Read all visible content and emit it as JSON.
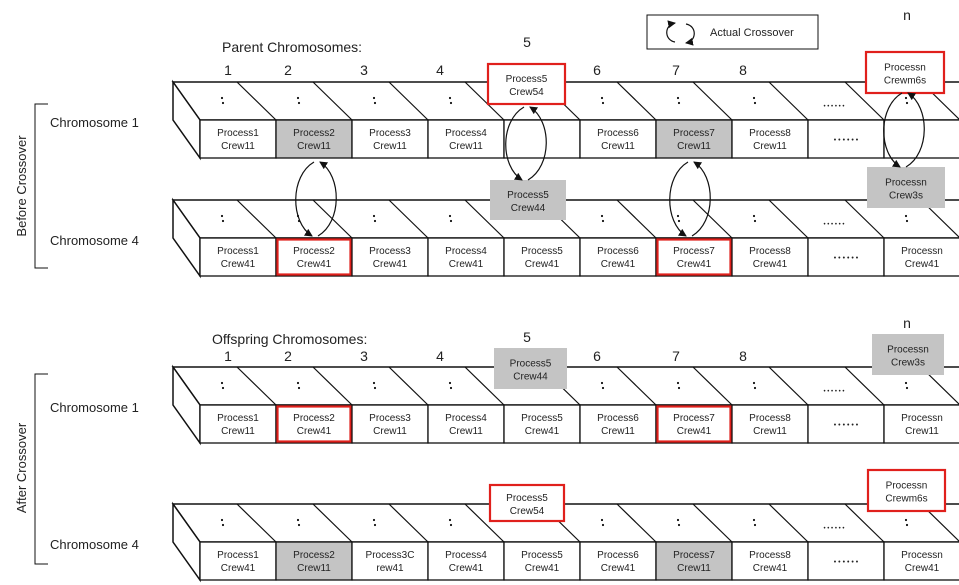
{
  "legend": {
    "label": "Actual Crossover"
  },
  "before": {
    "section_label": "Before Crossover",
    "header": "Parent Chromosomes:",
    "col_numbers": [
      "1",
      "2",
      "3",
      "4",
      "5",
      "6",
      "7",
      "8",
      "n"
    ],
    "chromosome_1": {
      "label": "Chromosome 1",
      "cells": [
        {
          "process": "Process1",
          "crew": "Crew11",
          "style": "plain"
        },
        {
          "process": "Process2",
          "crew": "Crew11",
          "style": "gray"
        },
        {
          "process": "Process3",
          "crew": "Crew11",
          "style": "plain"
        },
        {
          "process": "Process4",
          "crew": "Crew11",
          "style": "plain"
        },
        {
          "process": "",
          "crew": "",
          "style": "plain"
        },
        {
          "process": "Process6",
          "crew": "Crew11",
          "style": "plain"
        },
        {
          "process": "Process7",
          "crew": "Crew11",
          "style": "gray"
        },
        {
          "process": "Process8",
          "crew": "Crew11",
          "style": "plain"
        },
        {
          "process": "",
          "crew": "",
          "style": "dots"
        },
        {
          "process": "",
          "crew": "",
          "style": "plain"
        }
      ]
    },
    "chromosome_4": {
      "label": "Chromosome 4",
      "cells": [
        {
          "process": "Process1",
          "crew": "Crew41",
          "style": "plain"
        },
        {
          "process": "Process2",
          "crew": "Crew41",
          "style": "red"
        },
        {
          "process": "Process3",
          "crew": "Crew41",
          "style": "plain"
        },
        {
          "process": "Process4",
          "crew": "Crew41",
          "style": "plain"
        },
        {
          "process": "Process5",
          "crew": "Crew41",
          "style": "plain"
        },
        {
          "process": "Process6",
          "crew": "Crew41",
          "style": "plain"
        },
        {
          "process": "Process7",
          "crew": "Crew41",
          "style": "red"
        },
        {
          "process": "Process8",
          "crew": "Crew41",
          "style": "plain"
        },
        {
          "process": "",
          "crew": "",
          "style": "dots"
        },
        {
          "process": "Processn",
          "crew": "Crew41",
          "style": "plain"
        }
      ]
    },
    "floats": [
      {
        "process": "Process5",
        "crew": "Crew54",
        "style": "red"
      },
      {
        "process": "Processn",
        "crew": "Crewm6s",
        "style": "red"
      },
      {
        "process": "Process5",
        "crew": "Crew44",
        "style": "gray"
      },
      {
        "process": "Processn",
        "crew": "Crew3s",
        "style": "gray"
      }
    ]
  },
  "after": {
    "section_label": "After Crossover",
    "header": "Offspring Chromosomes:",
    "col_numbers": [
      "1",
      "2",
      "3",
      "4",
      "5",
      "6",
      "7",
      "8",
      "n"
    ],
    "chromosome_1": {
      "label": "Chromosome 1",
      "cells": [
        {
          "process": "Process1",
          "crew": "Crew11",
          "style": "plain"
        },
        {
          "process": "Process2",
          "crew": "Crew41",
          "style": "red"
        },
        {
          "process": "Process3",
          "crew": "Crew11",
          "style": "plain"
        },
        {
          "process": "Process4",
          "crew": "Crew11",
          "style": "plain"
        },
        {
          "process": "Process5",
          "crew": "Crew41",
          "style": "plain"
        },
        {
          "process": "Process6",
          "crew": "Crew11",
          "style": "plain"
        },
        {
          "process": "Process7",
          "crew": "Crew41",
          "style": "red"
        },
        {
          "process": "Process8",
          "crew": "Crew11",
          "style": "plain"
        },
        {
          "process": "",
          "crew": "",
          "style": "dots"
        },
        {
          "process": "Processn",
          "crew": "Crew11",
          "style": "plain"
        }
      ]
    },
    "chromosome_4": {
      "label": "Chromosome 4",
      "cells": [
        {
          "process": "Process1",
          "crew": "Crew41",
          "style": "plain"
        },
        {
          "process": "Process2",
          "crew": "Crew11",
          "style": "gray"
        },
        {
          "process": "Process3C",
          "crew": "rew41",
          "style": "plain"
        },
        {
          "process": "Process4",
          "crew": "Crew41",
          "style": "plain"
        },
        {
          "process": "Process5",
          "crew": "Crew41",
          "style": "plain"
        },
        {
          "process": "Process6",
          "crew": "Crew41",
          "style": "plain"
        },
        {
          "process": "Process7",
          "crew": "Crew11",
          "style": "gray"
        },
        {
          "process": "Process8",
          "crew": "Crew41",
          "style": "plain"
        },
        {
          "process": "",
          "crew": "",
          "style": "dots"
        },
        {
          "process": "Processn",
          "crew": "Crew41",
          "style": "plain"
        }
      ]
    },
    "floats": [
      {
        "process": "Process5",
        "crew": "Crew44",
        "style": "gray"
      },
      {
        "process": "Processn",
        "crew": "Crew3s",
        "style": "gray"
      },
      {
        "process": "Process5",
        "crew": "Crew54",
        "style": "red"
      },
      {
        "process": "Processn",
        "crew": "Crewm6s",
        "style": "red"
      }
    ]
  },
  "colors": {
    "highlight_red": "#e0201c",
    "gray_fill": "#c4c4c4",
    "line": "#111111"
  }
}
